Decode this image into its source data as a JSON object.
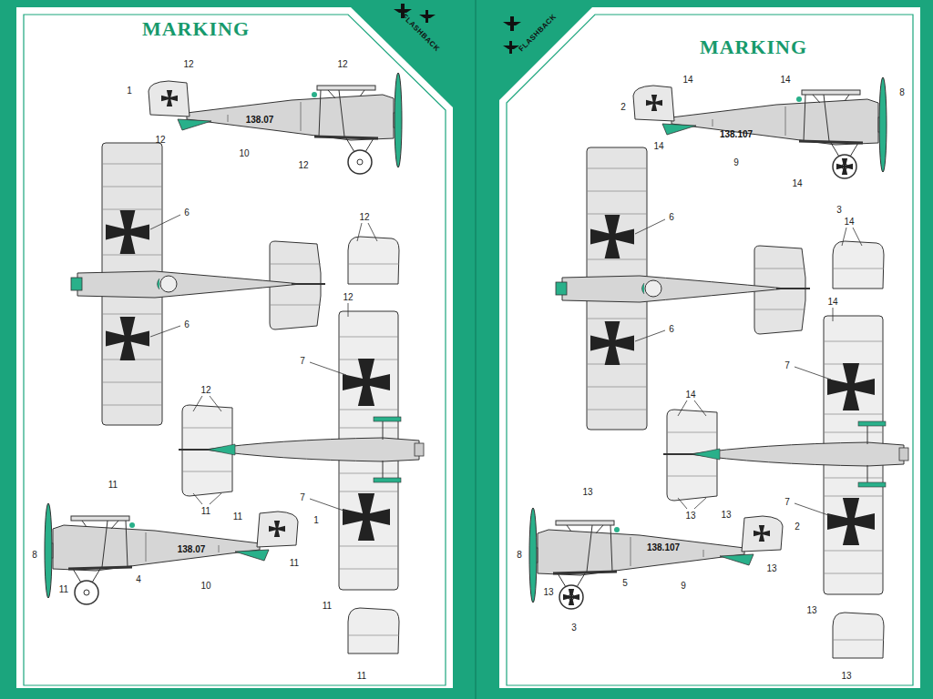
{
  "diagram": {
    "labels": [
      "MARKING",
      "FLASHBACK",
      "1",
      "12",
      "12",
      "12",
      "138.07",
      "10",
      "12",
      "6",
      "6",
      "12",
      "12",
      "7",
      "7",
      "12",
      "11",
      "11",
      "11",
      "1",
      "138.07",
      "8",
      "11",
      "4",
      "10",
      "11",
      "11",
      "11",
      "MARKING",
      "FLASHBACK",
      "14",
      "14",
      "2",
      "8",
      "138.107",
      "14",
      "9",
      "14",
      "3",
      "6",
      "6",
      "14",
      "14",
      "7",
      "7",
      "14",
      "13",
      "13",
      "13",
      "2",
      "138.107",
      "8",
      "13",
      "5",
      "9",
      "13",
      "3",
      "13",
      "13"
    ]
  }
}
